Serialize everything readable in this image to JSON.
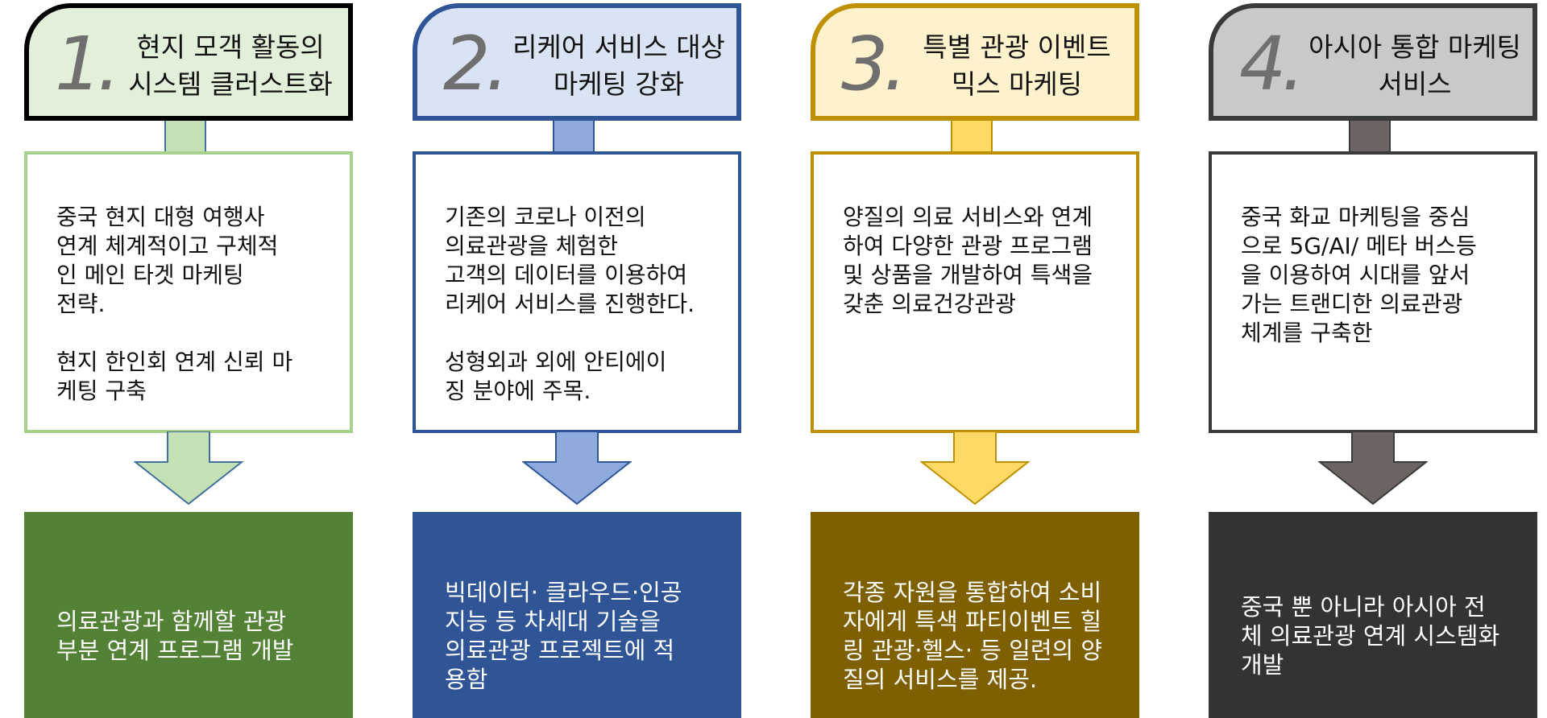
{
  "columns": [
    {
      "number": "1.",
      "title": "현지 모객 활동의\n시스템 클러스트화",
      "body": "중국 현지 대형 여행사\n연계  체계적이고 구체적\n인   메인 타겟  마케팅\n전략.\n\n현지 한인회 연계 신뢰 마\n케팅 구축",
      "footer": "의료관광과 함께할  관광\n부분 연계 프로그램 개발",
      "colors": {
        "head_bg": "#e2efd9",
        "head_border": "#000000",
        "connector": "#c5e0b4",
        "connector_border": "#41719c",
        "body_border": "#a9d18e",
        "arrow": "#c5e0b4",
        "arrow_stroke": "#41719c",
        "footer_bg": "#538135"
      }
    },
    {
      "number": "2.",
      "title": "리케어 서비스 대상\n마케팅 강화",
      "body": "기존의 코로나 이전의\n의료관광을 체험한\n고객의 데이터를 이용하여\n리케어 서비스를  진행한다.\n\n  성형외과 외에 안티에이\n  징 분야에 주목.",
      "footer": "빅데이터· 클라우드·인공\n지능 등 차세대 기술을\n의료관광 프로젝트에 적\n용함",
      "colors": {
        "head_bg": "#dae3f3",
        "head_border": "#2f5597",
        "connector": "#8faadc",
        "connector_border": "#2f5597",
        "body_border": "#2f5597",
        "arrow": "#8faadc",
        "arrow_stroke": "#2f5597",
        "footer_bg": "#2f5597"
      }
    },
    {
      "number": "3.",
      "title": "특별 관광 이벤트\n믹스 마케팅",
      "body": "양질의 의료 서비스와 연계\n하여 다양한 관광 프로그램\n및 상품을 개발하여 특색을\n갖춘 의료건강관광",
      "footer": "각종 자원을 통합하여 소비\n자에게 특색 파티이벤트 힐\n링 관광·헬스· 등 일련의 양\n질의 서비스를 제공.",
      "colors": {
        "head_bg": "#fff2cc",
        "head_border": "#bf9000",
        "connector": "#ffd966",
        "connector_border": "#bf9000",
        "body_border": "#bf9000",
        "arrow": "#ffd966",
        "arrow_stroke": "#bf9000",
        "footer_bg": "#7f6000"
      }
    },
    {
      "number": "4.",
      "title": "아시아 통합 마케팅\n서비스",
      "body": "중국 화교 마케팅을 중심\n으로 5G/AI/ 메타 버스등\n을 이용하여 시대를 앞서\n가는 트랜디한 의료관광\n체계를 구축한",
      "footer": "중국 뿐 아니라 아시아 전\n체 의료관광 연계 시스템화\n개발",
      "colors": {
        "head_bg": "#c9c9c9",
        "head_border": "#3a3a3a",
        "connector": "#6b6463",
        "connector_border": "#3a3a3a",
        "body_border": "#3a3a3a",
        "arrow": "#6b6463",
        "arrow_stroke": "#3a3a3a",
        "footer_bg": "#333333"
      }
    }
  ]
}
